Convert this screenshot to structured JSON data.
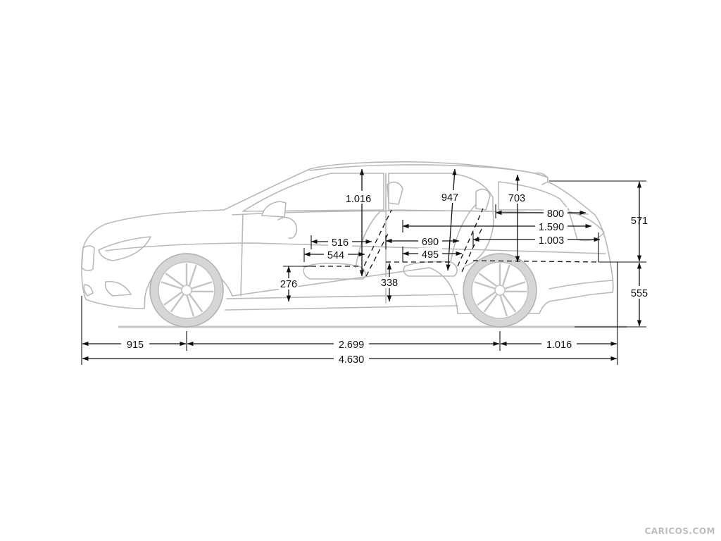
{
  "dimensions": {
    "roof_front_headroom": "1.016",
    "rear_headroom": "947",
    "cargo_height": "703",
    "cargo_length_top": "800",
    "cargo_length_folded": "1.590",
    "cargo_length_floor": "1.003",
    "front_seat_legroom_max": "516",
    "front_seat_legroom_min": "544",
    "rear_legroom_max": "690",
    "rear_legroom_min": "495",
    "front_seat_height": "276",
    "rear_seat_height": "338",
    "greenhouse_height": "571",
    "body_height": "555",
    "front_overhang": "915",
    "wheelbase": "2.699",
    "rear_overhang": "1.016",
    "overall_length": "4.630"
  },
  "watermark": "CARICOS.COM"
}
